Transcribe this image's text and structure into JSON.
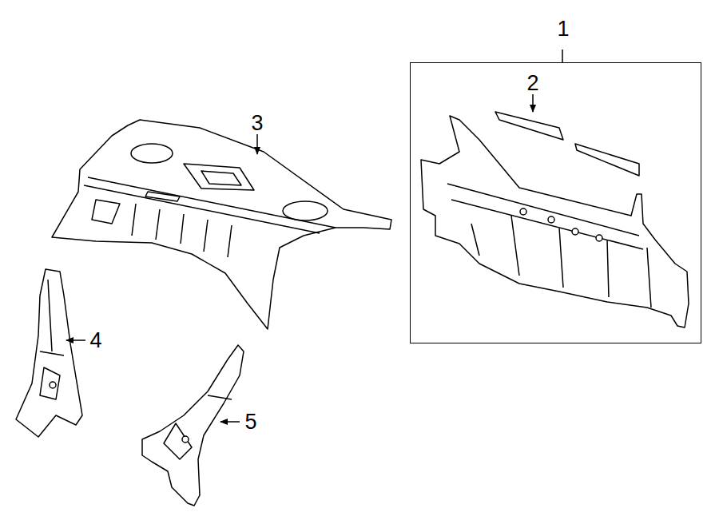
{
  "diagram": {
    "nodes": [
      {
        "text": [
          "1"
        ]
      }
    ],
    "labels": [
      "2",
      "3",
      "4",
      "5"
    ]
  }
}
